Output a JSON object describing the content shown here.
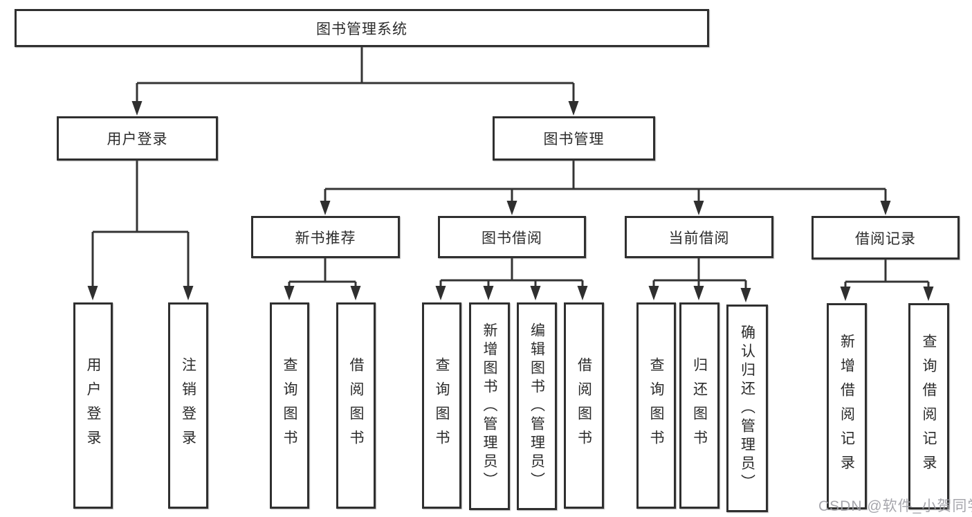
{
  "diagram": {
    "type": "tree",
    "root": "图书管理系统",
    "level2": [
      "用户登录",
      "图书管理"
    ],
    "level3": [
      "新书推荐",
      "图书借阅",
      "当前借阅",
      "借阅记录"
    ],
    "leaves": {
      "user_login": [
        "用户登录",
        "注销登录"
      ],
      "new_book": [
        "查询图书",
        "借阅图书"
      ],
      "borrow": [
        "查询图书",
        "新增图书（管理员）",
        "编辑图书（管理员）",
        "借阅图书"
      ],
      "current": [
        "查询图书",
        "归还图书",
        "确认归还（管理员）"
      ],
      "records": [
        "新增借阅记录",
        "查询借阅记录"
      ]
    },
    "colors": {
      "line": "#343434",
      "border": "#2f2f2f",
      "text": "#2b2b2b",
      "background": "#ffffff"
    }
  },
  "watermark": {
    "text": "CSDN @软件_小贺同学"
  }
}
